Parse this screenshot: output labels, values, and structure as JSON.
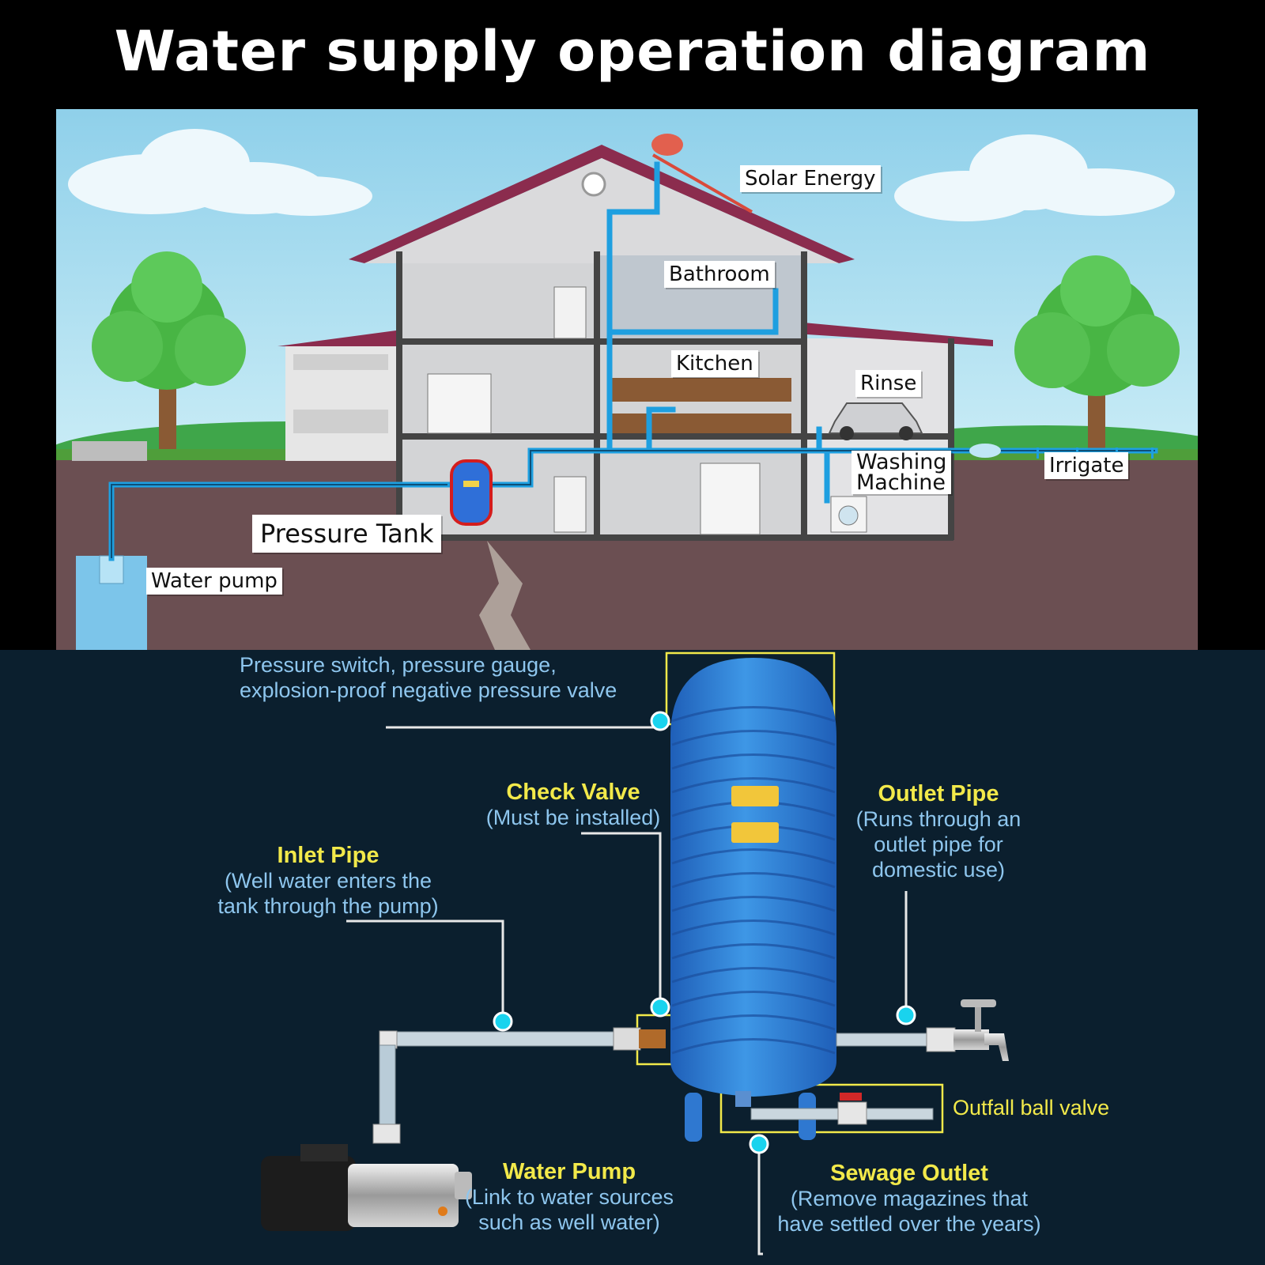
{
  "title": "Water supply operation diagram",
  "house": {
    "labels": {
      "solar_energy": "Solar Energy",
      "bathroom": "Bathroom",
      "kitchen": "Kitchen",
      "rinse": "Rinse",
      "washing_machine_1": "Washing",
      "washing_machine_2": "Machine",
      "irrigate": "Irrigate",
      "pressure_tank": "Pressure Tank",
      "water_pump": "Water pump"
    }
  },
  "tank": {
    "pressure_switch": {
      "line1": "Pressure switch, pressure gauge,",
      "line2": "explosion-proof negative pressure valve"
    },
    "check_valve": {
      "title": "Check Valve",
      "sub": "(Must be installed)"
    },
    "outlet_pipe": {
      "title": "Outlet Pipe",
      "sub1": "(Runs through an",
      "sub2": "outlet pipe for",
      "sub3": "domestic use)"
    },
    "inlet_pipe": {
      "title": "Inlet Pipe",
      "sub1": "(Well water enters the",
      "sub2": "tank through the pump)"
    },
    "outfall_ball_valve": "Outfall ball valve",
    "water_pump": {
      "title": "Water Pump",
      "sub1": "(Link to water sources",
      "sub2": "such as well water)"
    },
    "sewage_outlet": {
      "title": "Sewage Outlet",
      "sub1": "(Remove magazines that",
      "sub2": "have settled over the years)"
    }
  },
  "colors": {
    "background": "#000000",
    "panel": "#0b1f2e",
    "sky": "#a9dcef",
    "ground": "#6b4f52",
    "pipe": "#1e9fe0",
    "tank_blue": "#2f86d8",
    "callout_yellow": "#f2e94a",
    "callout_blue": "#8ec6ee",
    "marker_cyan": "#19d3ee"
  }
}
